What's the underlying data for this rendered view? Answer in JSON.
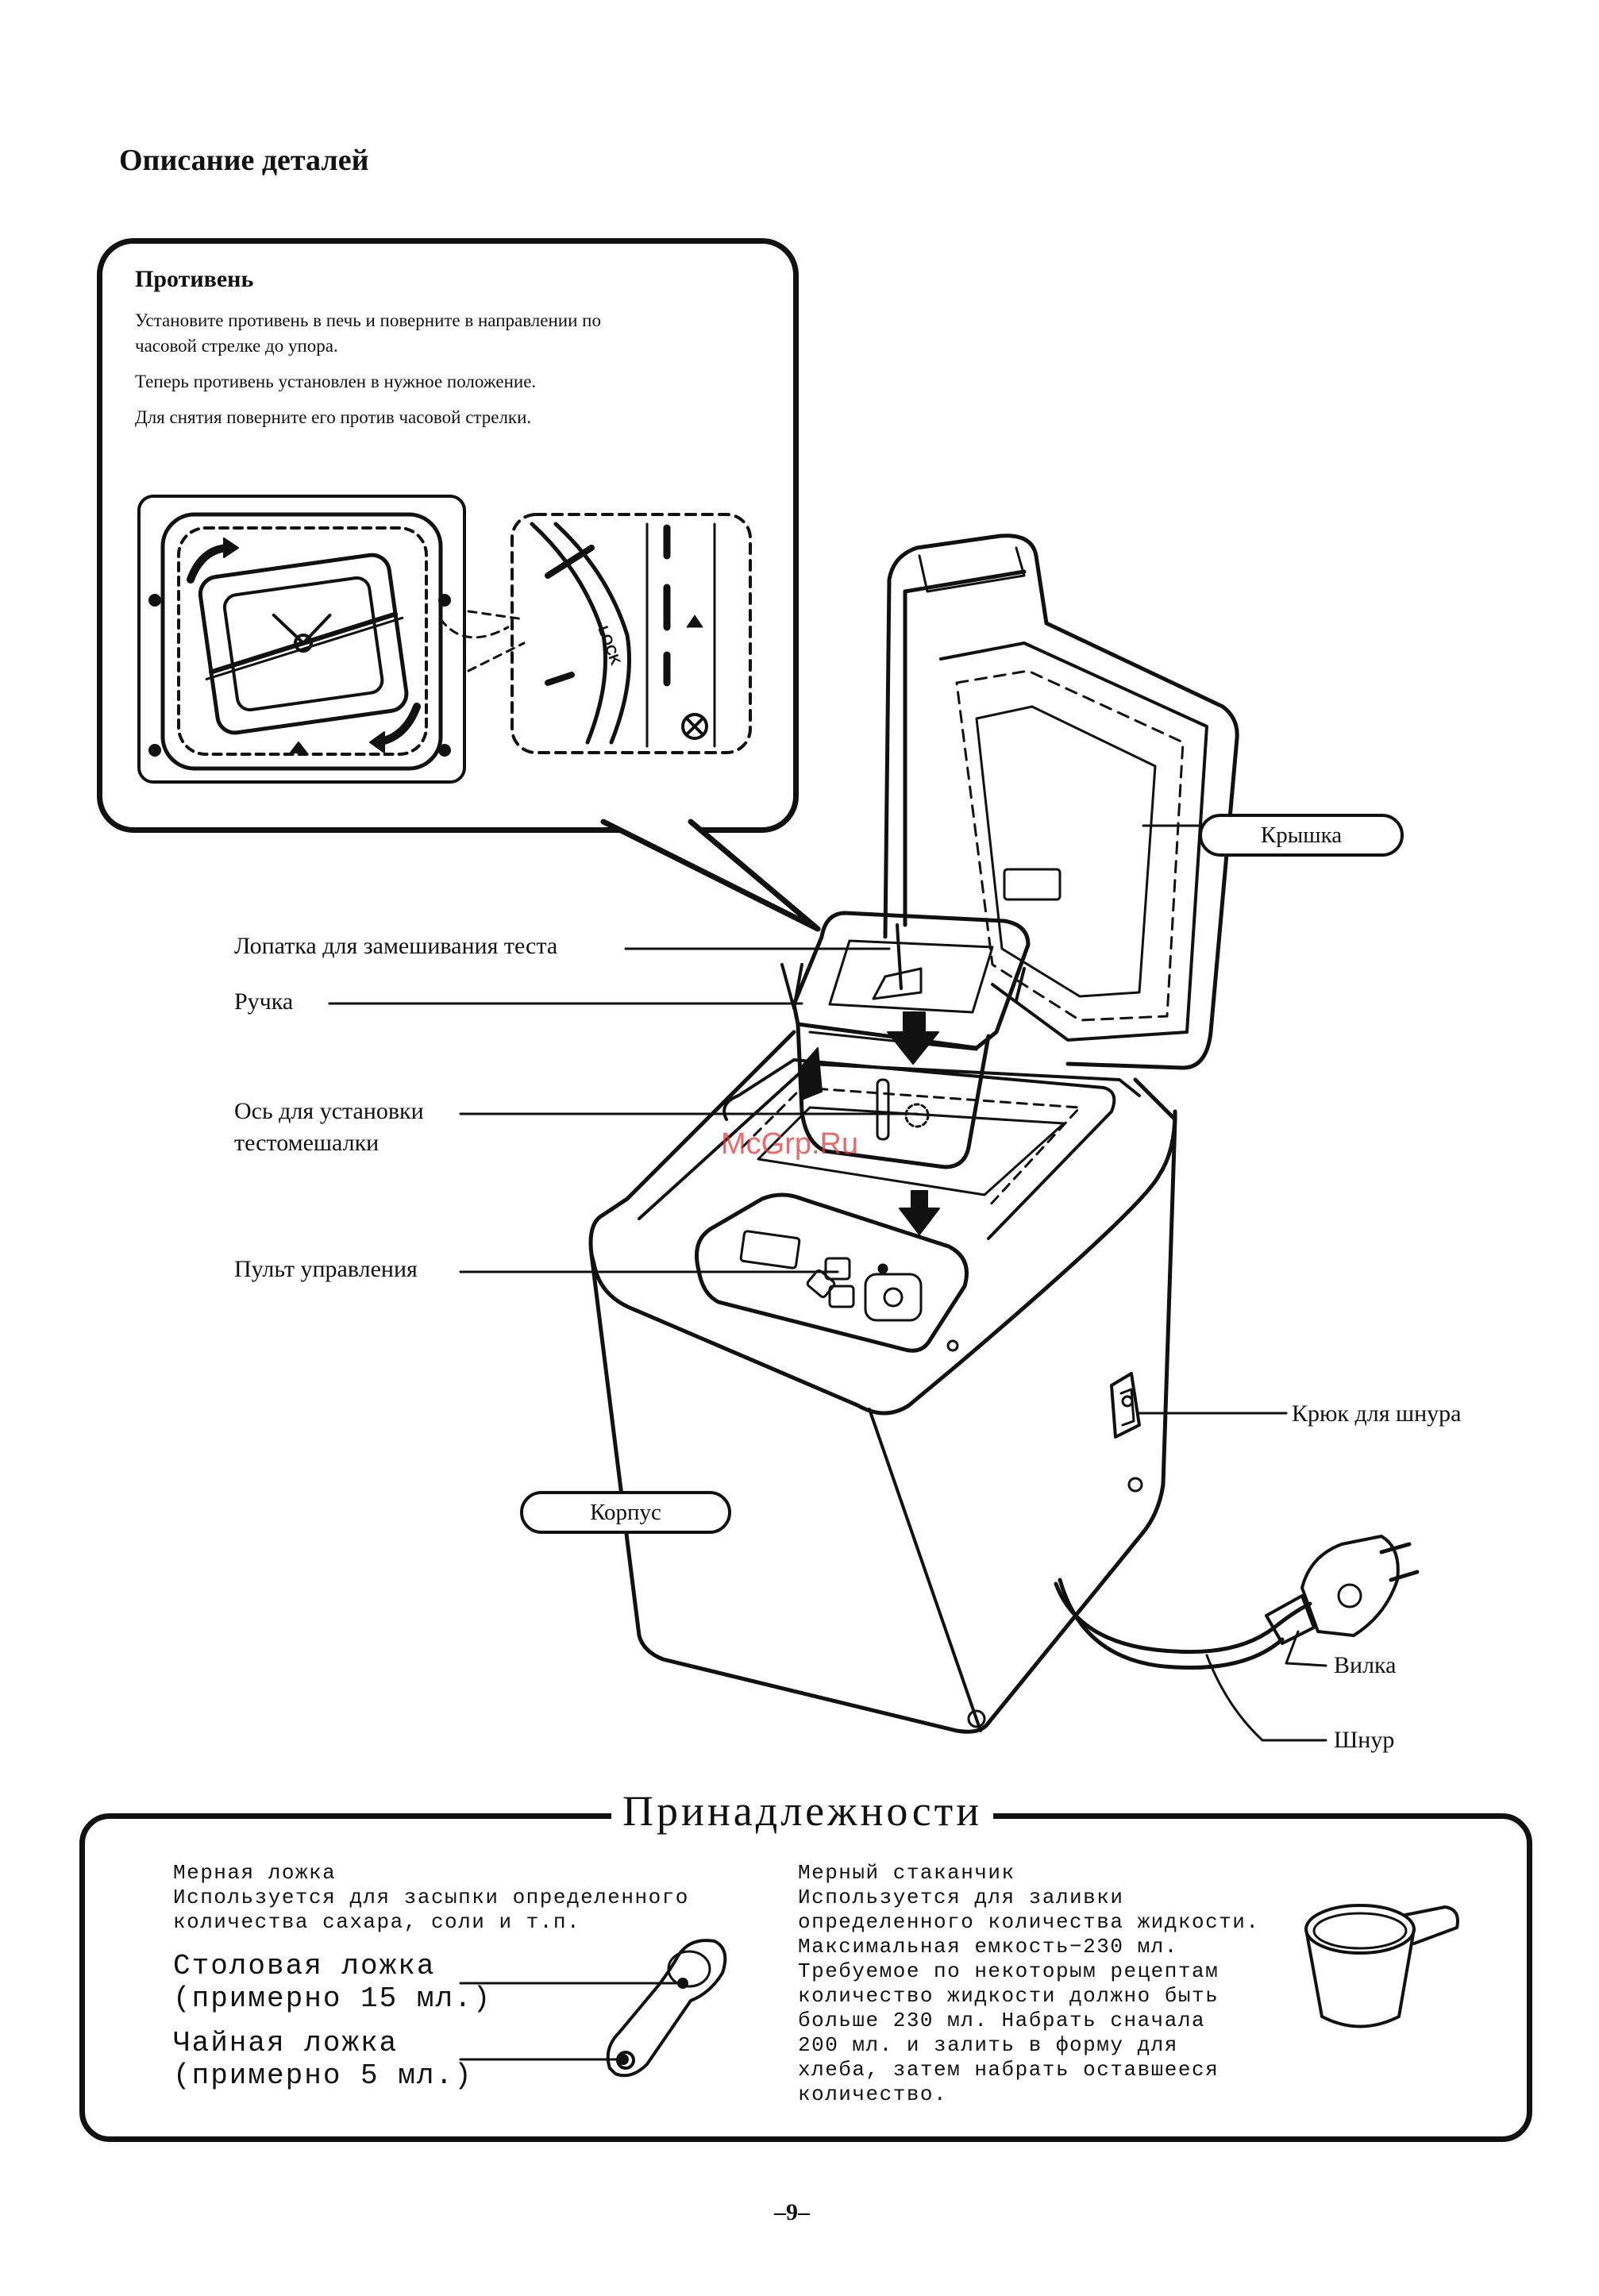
{
  "heading": "Описание деталей",
  "baking_pan": {
    "title": "Противень",
    "lines": [
      "Установите противень в печь и поверните в направлении по",
      "часовой стрелке до упора.",
      "Теперь противень установлен в нужное положение.",
      "Для снятия поверните его против часовой стрелки."
    ],
    "lock_label": "LOCK"
  },
  "callouts": {
    "kneading_blade": "Лопатка для замешивания теста",
    "handle": "Ручка",
    "shaft_line1": "Ось для установки",
    "shaft_line2": "тестомешалки",
    "control_panel": "Пульт управления",
    "lid": "Крышка",
    "cord_hook": "Крюк для шнура",
    "body": "Корпус",
    "plug": "Вилка",
    "cord": "Шнур"
  },
  "accessories": {
    "title": "Принадлежности",
    "spoon": {
      "name": "Мерная ложка",
      "desc1": "Используется для засыпки определенного",
      "desc2": "количества сахара, соли и т.п.",
      "table_line1": "Столовая ложка",
      "table_line2": "(примерно 15 мл.)",
      "tea_line1": "Чайная ложка",
      "tea_line2": "(примерно 5 мл.)"
    },
    "cup": {
      "name": "Мерный стаканчик",
      "lines": [
        "Используется для заливки",
        "определенного количества жидкости.",
        "Максимальная емкость−230 мл.",
        "Требуемое по некоторым рецептам",
        "количество жидкости должно быть",
        "больше 230 мл. Набрать сначала",
        "200 мл. и залить в форму для",
        "хлеба, затем набрать оставшееся",
        "количество."
      ]
    }
  },
  "page_number": "–9–",
  "watermark": "McGrp.Ru"
}
